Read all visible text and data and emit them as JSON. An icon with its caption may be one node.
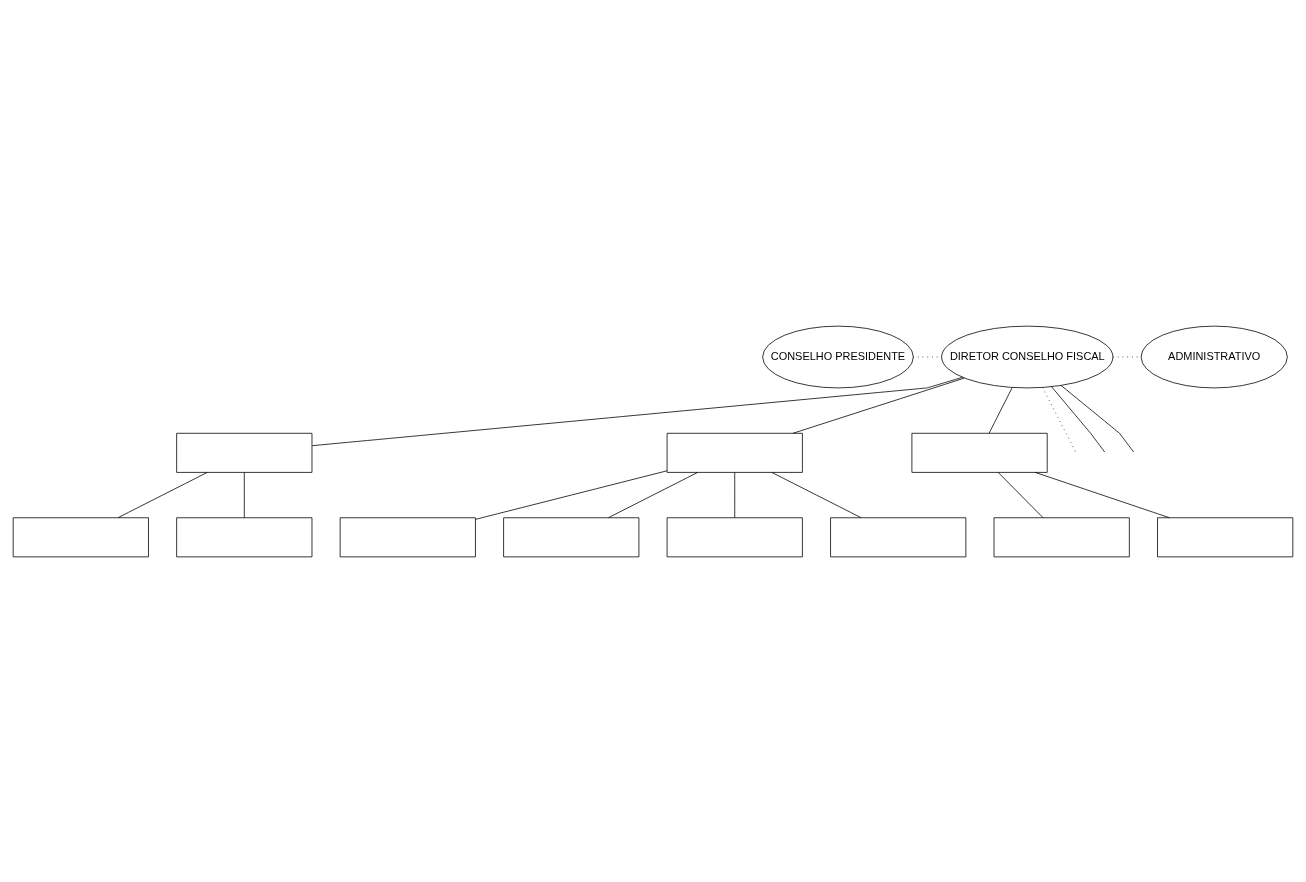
{
  "diagram": {
    "nodes": [
      {
        "text": [
          "CONSELHO PRESIDENTE"
        ]
      },
      {
        "text": [
          "DIRETOR CONSELHO FISCAL"
        ]
      },
      {
        "text": [
          "ADMINISTRATIVO"
        ]
      },
      {
        "text": [],
        "shape": "box"
      },
      {
        "text": [],
        "shape": "box"
      },
      {
        "text": [],
        "shape": "box"
      },
      {
        "text": [],
        "shape": "box"
      },
      {
        "text": [],
        "shape": "box"
      },
      {
        "text": [],
        "shape": "box"
      },
      {
        "text": [],
        "shape": "box"
      },
      {
        "text": [],
        "shape": "box"
      },
      {
        "text": [],
        "shape": "box"
      },
      {
        "text": [],
        "shape": "box"
      },
      {
        "text": [],
        "shape": "box"
      }
    ],
    "edges": [
      {
        "from": 0,
        "to": 1,
        "arrow": "none",
        "style": "dashed"
      },
      {
        "from": 1,
        "to": 2,
        "arrow": "none",
        "style": "dashed"
      },
      {
        "from": 1,
        "to": null,
        "arrow": "none"
      },
      {
        "from": 1,
        "to": null,
        "arrow": "none"
      },
      {
        "from": 1,
        "to": null,
        "arrow": "none",
        "style": "dashed"
      },
      {
        "from": 1,
        "to": 3,
        "arrow": "none"
      },
      {
        "from": 1,
        "to": 4,
        "arrow": "none"
      },
      {
        "from": 1,
        "to": 5,
        "arrow": "none"
      },
      {
        "from": 3,
        "to": 6,
        "arrow": "none"
      },
      {
        "from": 3,
        "to": 7,
        "arrow": "none"
      },
      {
        "from": 4,
        "to": 8,
        "arrow": "none"
      },
      {
        "from": 4,
        "to": 9,
        "arrow": "none"
      },
      {
        "from": 4,
        "to": 10,
        "arrow": "none"
      },
      {
        "from": 4,
        "to": 11,
        "arrow": "none"
      },
      {
        "from": 5,
        "to": 12,
        "arrow": "none"
      },
      {
        "from": 5,
        "to": 13,
        "arrow": "none"
      }
    ]
  }
}
